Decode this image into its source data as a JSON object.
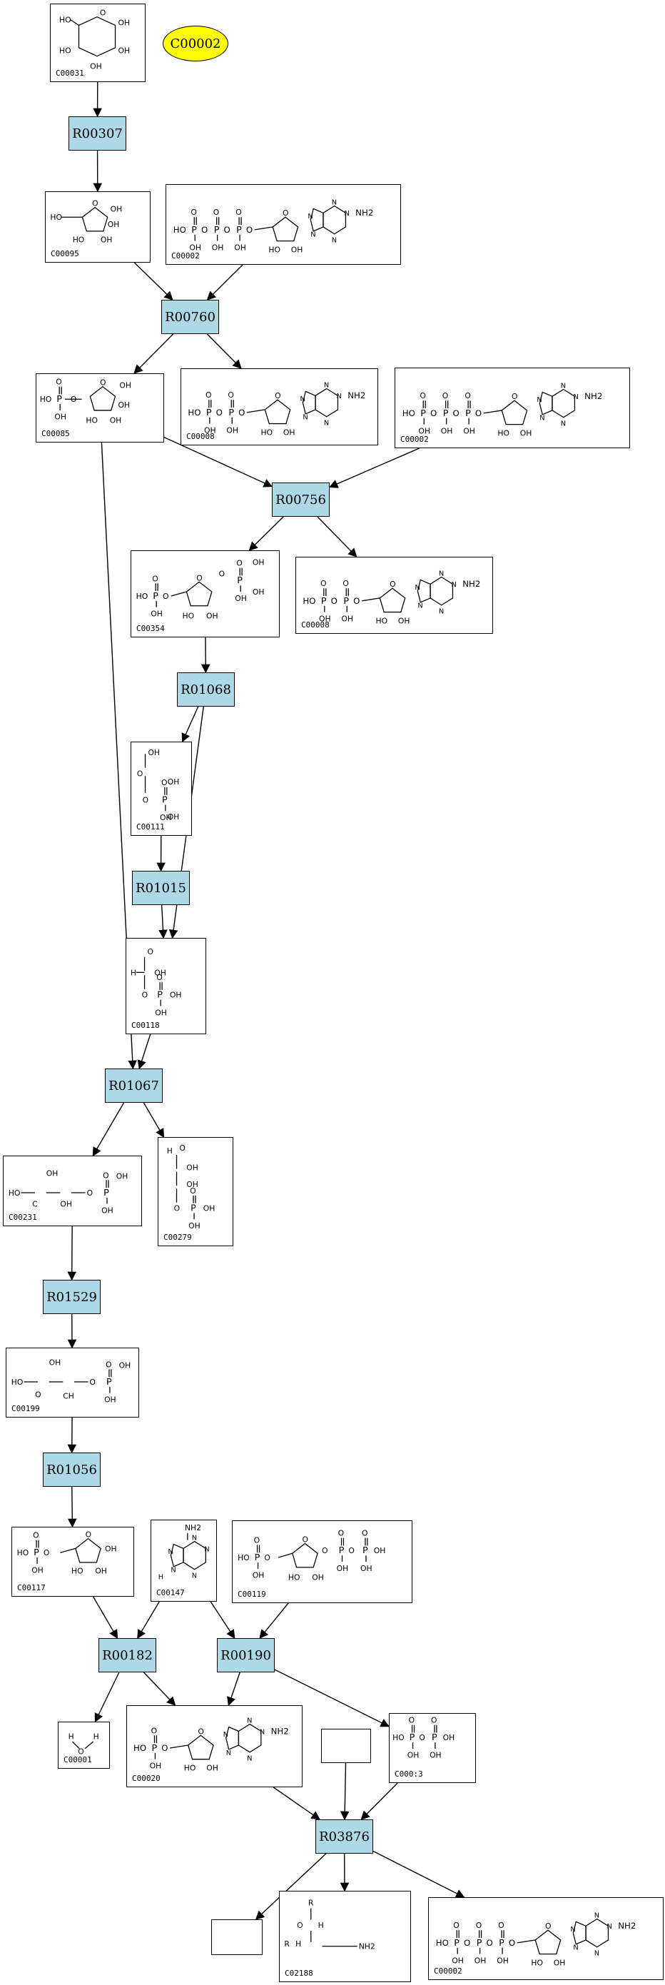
{
  "nodes": {
    "C00031": {
      "label": "C00031",
      "kind": "compound",
      "mol": "glucose"
    },
    "C00002_top": {
      "label": "C00002",
      "kind": "ellipse"
    },
    "R00307": {
      "label": "R00307",
      "kind": "reaction"
    },
    "C00095": {
      "label": "C00095",
      "kind": "compound",
      "mol": "furanose"
    },
    "C00002_a": {
      "label": "C00002",
      "kind": "compound",
      "mol": "atp"
    },
    "R00760": {
      "label": "R00760",
      "kind": "reaction"
    },
    "C00085": {
      "label": "C00085",
      "kind": "compound",
      "mol": "furanoseP"
    },
    "C00008_a": {
      "label": "C00008",
      "kind": "compound",
      "mol": "adp"
    },
    "C00002_b": {
      "label": "C00002",
      "kind": "compound",
      "mol": "atp"
    },
    "R00756": {
      "label": "R00756",
      "kind": "reaction"
    },
    "C00354": {
      "label": "C00354",
      "kind": "compound",
      "mol": "fbp"
    },
    "C00008_b": {
      "label": "C00008",
      "kind": "compound",
      "mol": "adp"
    },
    "R01068": {
      "label": "R01068",
      "kind": "reaction"
    },
    "C00111": {
      "label": "C00111",
      "kind": "compound",
      "mol": "dhap"
    },
    "R01015": {
      "label": "R01015",
      "kind": "reaction"
    },
    "C00118": {
      "label": "C00118",
      "kind": "compound",
      "mol": "g3p"
    },
    "R01067": {
      "label": "R01067",
      "kind": "reaction"
    },
    "C00231": {
      "label": "C00231",
      "kind": "compound",
      "mol": "x5p"
    },
    "C00279": {
      "label": "C00279",
      "kind": "compound",
      "mol": "e4p"
    },
    "R01529": {
      "label": "R01529",
      "kind": "reaction"
    },
    "C00199": {
      "label": "C00199",
      "kind": "compound",
      "mol": "ru5p"
    },
    "R01056": {
      "label": "R01056",
      "kind": "reaction"
    },
    "C00117": {
      "label": "C00117",
      "kind": "compound",
      "mol": "r5p"
    },
    "C00147": {
      "label": "C00147",
      "kind": "compound",
      "mol": "adenine"
    },
    "C00119": {
      "label": "C00119",
      "kind": "compound",
      "mol": "prpp"
    },
    "R00182": {
      "label": "R00182",
      "kind": "reaction"
    },
    "R00190": {
      "label": "R00190",
      "kind": "reaction"
    },
    "C00001": {
      "label": "C00001",
      "kind": "compound",
      "mol": "water"
    },
    "C00020": {
      "label": "C00020",
      "kind": "compound",
      "mol": "amp"
    },
    "blank_a": {
      "label": "",
      "kind": "compound",
      "mol": "none"
    },
    "C00013": {
      "label": "C000:3",
      "kind": "compound",
      "mol": "ppi"
    },
    "R03876": {
      "label": "R03876",
      "kind": "reaction"
    },
    "blank_b": {
      "label": "",
      "kind": "compound",
      "mol": "none"
    },
    "C02188": {
      "label": "C02188",
      "kind": "compound",
      "mol": "lysyl"
    },
    "C00002_c": {
      "label": "C00002",
      "kind": "compound",
      "mol": "atp"
    }
  },
  "edges": [
    [
      "C00031",
      "R00307"
    ],
    [
      "R00307",
      "C00095"
    ],
    [
      "C00095",
      "R00760"
    ],
    [
      "C00002_a",
      "R00760"
    ],
    [
      "R00760",
      "C00085"
    ],
    [
      "R00760",
      "C00008_a"
    ],
    [
      "C00085",
      "R00756"
    ],
    [
      "C00002_b",
      "R00756"
    ],
    [
      "R00756",
      "C00354"
    ],
    [
      "R00756",
      "C00008_b"
    ],
    [
      "C00354",
      "R01068"
    ],
    [
      "R01068",
      "C00111"
    ],
    [
      "R01068",
      "C00118"
    ],
    [
      "C00111",
      "R01015"
    ],
    [
      "R01015",
      "C00118"
    ],
    [
      "C00085",
      "R01067"
    ],
    [
      "C00118",
      "R01067"
    ],
    [
      "R01067",
      "C00231"
    ],
    [
      "R01067",
      "C00279"
    ],
    [
      "C00231",
      "R01529"
    ],
    [
      "R01529",
      "C00199"
    ],
    [
      "C00199",
      "R01056"
    ],
    [
      "R01056",
      "C00117"
    ],
    [
      "C00117",
      "R00182"
    ],
    [
      "C00147",
      "R00182"
    ],
    [
      "C00147",
      "R00190"
    ],
    [
      "C00119",
      "R00190"
    ],
    [
      "R00182",
      "C00001"
    ],
    [
      "R00182",
      "C00020"
    ],
    [
      "R00190",
      "C00020"
    ],
    [
      "R00190",
      "C00013"
    ],
    [
      "C00020",
      "R03876"
    ],
    [
      "blank_a",
      "R03876"
    ],
    [
      "C00013",
      "R03876"
    ],
    [
      "R03876",
      "blank_b"
    ],
    [
      "R03876",
      "C02188"
    ],
    [
      "R03876",
      "C00002_c"
    ]
  ],
  "text_labels": {
    "ho": "HO",
    "oh": "OH",
    "nh2": "NH2",
    "n": "N",
    "o": "O",
    "p": "P",
    "r": "R",
    "h": "H",
    "c": "C",
    "ch": "CH"
  }
}
